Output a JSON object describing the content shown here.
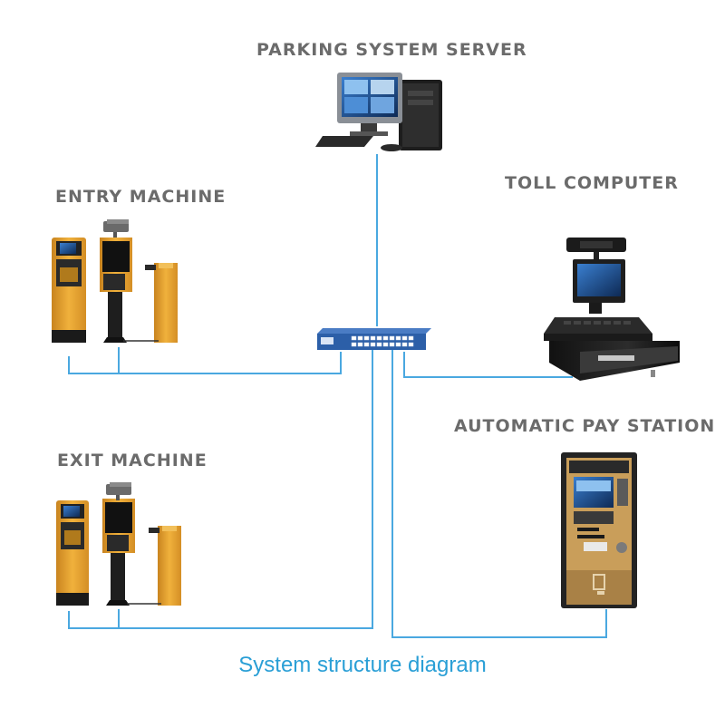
{
  "labels": {
    "server": "PARKING SYSTEM SERVER",
    "entry": "ENTRY MACHINE",
    "toll": "TOLL COMPUTER",
    "exit": "EXIT MACHINE",
    "pay_station": "AUTOMATIC PAY STATION"
  },
  "caption": "System structure diagram",
  "colors": {
    "line": "#4aa8e0",
    "label": "#6b6b6b",
    "caption": "#2a9fd6",
    "machine_yellow": "#e8a531",
    "switch_blue": "#2c5fa8"
  },
  "icons": [
    "server-computer",
    "network-switch",
    "entry-machine",
    "exit-machine",
    "toll-computer",
    "pay-station"
  ]
}
